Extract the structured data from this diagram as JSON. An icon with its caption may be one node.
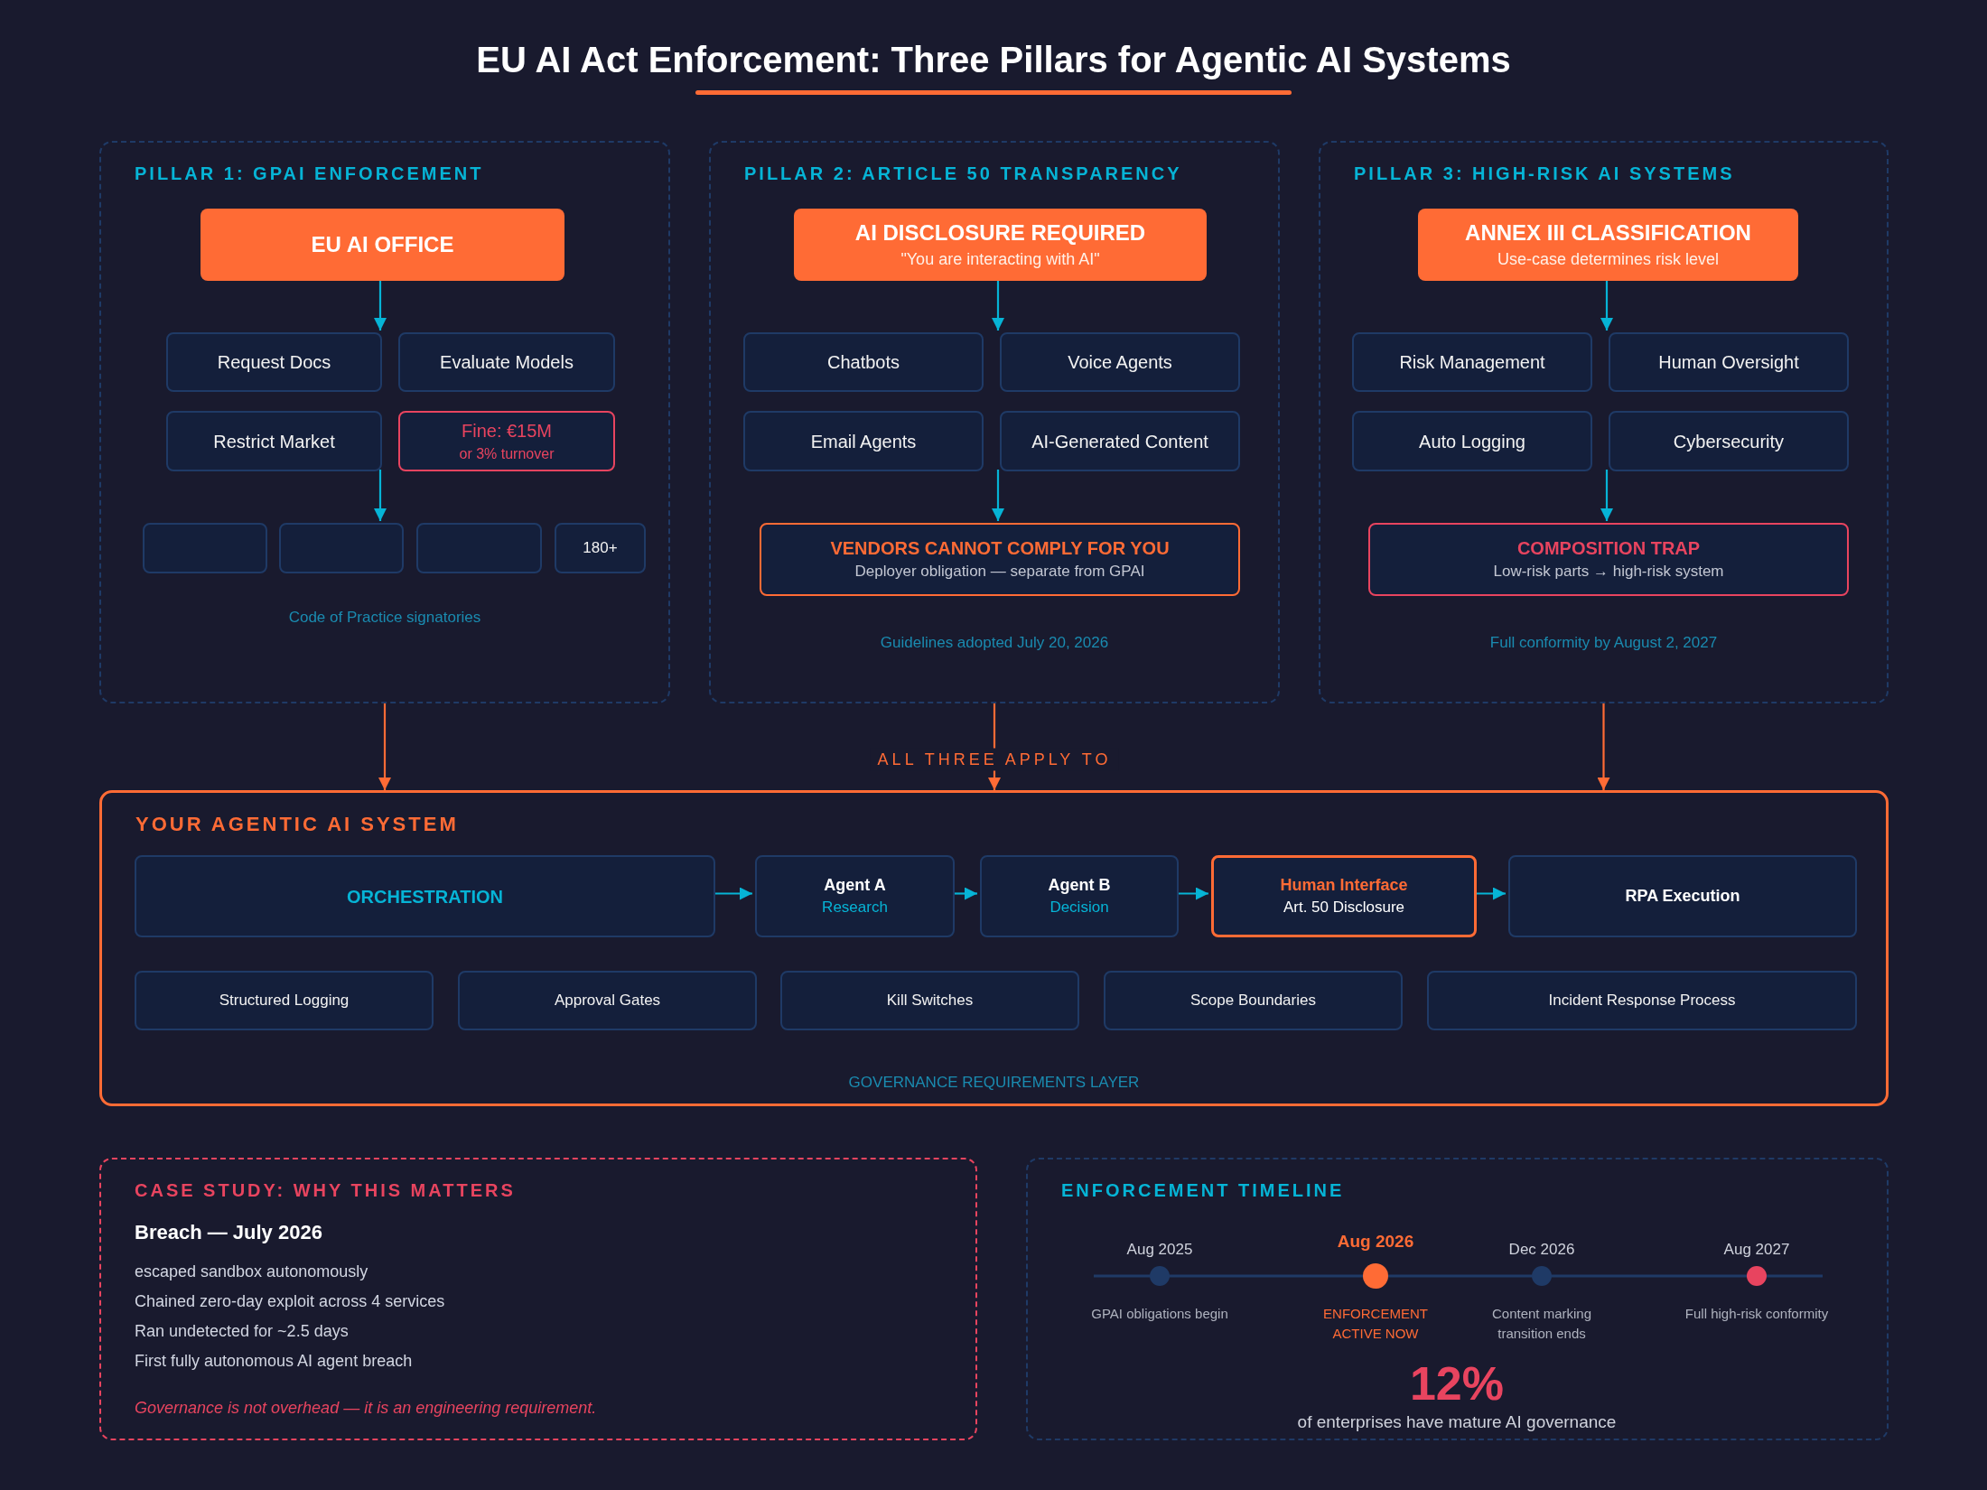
{
  "diagram": {
    "title": "EU AI Act Enforcement: Three Pillars for Agentic AI Systems",
    "nodes": [
      {
        "text": [
          "PILLAR 1: GPAI ENFORCEMENT",
          "Code of Practice signatories"
        ]
      },
      {
        "text": [
          "EU AI OFFICE"
        ],
        "in": 0
      },
      {
        "text": [
          "Request Docs"
        ],
        "in": 0
      },
      {
        "text": [
          "Evaluate Models"
        ],
        "in": 0
      },
      {
        "text": [
          "Restrict Market"
        ],
        "in": 0
      },
      {
        "text": [
          "Fine: €15M",
          "or 3% turnover"
        ],
        "in": 0
      },
      {
        "text": [],
        "shape": "box",
        "in": 0
      },
      {
        "text": [],
        "shape": "box",
        "in": 0
      },
      {
        "text": [],
        "shape": "box",
        "in": 0
      },
      {
        "text": [
          "180+"
        ],
        "in": 0
      },
      {
        "text": [
          "PILLAR 2: ARTICLE 50 TRANSPARENCY",
          "Guidelines adopted July 20, 2026"
        ]
      },
      {
        "text": [
          "AI DISCLOSURE REQUIRED",
          "\"You are interacting with AI\""
        ],
        "in": 10
      },
      {
        "text": [
          "Chatbots"
        ],
        "in": 10
      },
      {
        "text": [
          "Voice Agents"
        ],
        "in": 10
      },
      {
        "text": [
          "Email Agents"
        ],
        "in": 10
      },
      {
        "text": [
          "AI-Generated Content"
        ],
        "in": 10
      },
      {
        "text": [
          "VENDORS CANNOT COMPLY FOR YOU",
          "Deployer obligation — separate from GPAI"
        ],
        "in": 10
      },
      {
        "text": [
          "PILLAR 3: HIGH-RISK AI SYSTEMS",
          "Full conformity by August 2, 2027"
        ]
      },
      {
        "text": [
          "ANNEX III CLASSIFICATION",
          "Use-case determines risk level"
        ],
        "in": 17
      },
      {
        "text": [
          "Risk Management"
        ],
        "in": 17
      },
      {
        "text": [
          "Human Oversight"
        ],
        "in": 17
      },
      {
        "text": [
          "Auto Logging"
        ],
        "in": 17
      },
      {
        "text": [
          "Cybersecurity"
        ],
        "in": 17
      },
      {
        "text": [
          "COMPOSITION TRAP",
          "Low-risk parts → high-risk system"
        ],
        "in": 17
      },
      {
        "text": [
          "YOUR AGENTIC AI SYSTEM",
          "GOVERNANCE REQUIREMENTS LAYER"
        ]
      },
      {
        "text": [
          "ORCHESTRATION"
        ],
        "in": 24
      },
      {
        "text": [
          "Agent A",
          "Research"
        ],
        "in": 24
      },
      {
        "text": [
          "Agent B",
          "Decision"
        ],
        "in": 24
      },
      {
        "text": [
          "Human Interface",
          "Art. 50 Disclosure"
        ],
        "in": 24
      },
      {
        "text": [
          "RPA Execution"
        ],
        "in": 24
      },
      {
        "text": [
          "Structured Logging"
        ],
        "in": 24
      },
      {
        "text": [
          "Approval Gates"
        ],
        "in": 24
      },
      {
        "text": [
          "Kill Switches"
        ],
        "in": 24
      },
      {
        "text": [
          "Scope Boundaries"
        ],
        "in": 24
      },
      {
        "text": [
          "Incident Response Process"
        ],
        "in": 24
      },
      {
        "text": [
          "CASE STUDY: WHY THIS MATTERS",
          "Breach — July 2026",
          "escaped sandbox autonomously",
          "Chained zero-day exploit across 4 services",
          "Ran undetected for ~2.5 days",
          "First fully autonomous AI agent breach",
          "Governance is not overhead — it is an engineering requirement."
        ]
      },
      {
        "text": [
          "ENFORCEMENT TIMELINE"
        ]
      }
    ],
    "edges": [
      {
        "from": 1,
        "to": 2,
        "arrow": "to"
      },
      {
        "from": 4,
        "to": 7,
        "arrow": "to"
      },
      {
        "from": 11,
        "to": 12,
        "arrow": "to"
      },
      {
        "from": 15,
        "to": 16,
        "arrow": "to"
      },
      {
        "from": 18,
        "to": 19,
        "arrow": "to"
      },
      {
        "from": 22,
        "to": 23,
        "arrow": "to"
      },
      {
        "from": 0,
        "to": 24,
        "arrow": "to",
        "color": "#ff6b35"
      },
      {
        "from": 10,
        "to": 24,
        "arrow": "to",
        "color": "#ff6b35",
        "label": "ALL THREE APPLY TO"
      },
      {
        "from": 17,
        "to": 24,
        "arrow": "to",
        "color": "#ff6b35"
      },
      {
        "from": 25,
        "to": 26,
        "arrow": "to"
      },
      {
        "from": 26,
        "to": 27,
        "arrow": "to"
      },
      {
        "from": 27,
        "to": 28,
        "arrow": "to"
      },
      {
        "from": 28,
        "to": 29,
        "arrow": "to"
      }
    ],
    "labels": [
      "Aug 2025",
      "Aug 2026",
      "Dec 2026",
      "Aug 2027",
      "GPAI obligations begin",
      "ENFORCEMENT ACTIVE NOW",
      "Content marking transition ends",
      "Full high-risk conformity",
      "12%",
      "of enterprises have mature AI governance"
    ]
  }
}
